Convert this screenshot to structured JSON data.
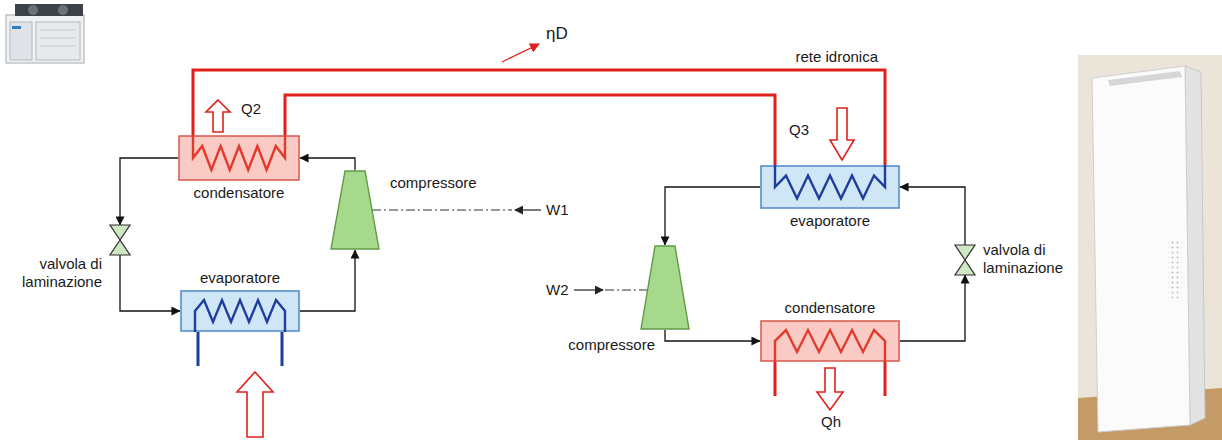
{
  "diagram": {
    "nodes": [
      {
        "text": [
          "condensatore"
        ]
      },
      {
        "text": [
          "compressore"
        ]
      },
      {
        "text": [
          "evaporatore"
        ]
      },
      {
        "text": [
          "valvola di laminazione"
        ]
      },
      {
        "text": [
          "evaporatore"
        ]
      },
      {
        "text": [
          "valvola di laminazione"
        ]
      },
      {
        "text": [
          "compressore"
        ]
      },
      {
        "text": [
          "condensatore"
        ]
      }
    ],
    "edges": [
      {
        "from": 1,
        "to": 0,
        "arrow": "to"
      },
      {
        "from": 0,
        "to": 3,
        "arrow": "to"
      },
      {
        "from": 3,
        "to": 2,
        "arrow": "to"
      },
      {
        "from": 2,
        "to": 1,
        "arrow": "to"
      },
      {
        "from": 5,
        "to": 4,
        "arrow": "to"
      },
      {
        "from": 4,
        "to": 6,
        "arrow": "to"
      },
      {
        "from": 6,
        "to": 7,
        "arrow": "to"
      },
      {
        "from": 7,
        "to": 5,
        "arrow": "to"
      },
      {
        "from": 0,
        "to": 4,
        "arrow": "none",
        "label": "rete idronica"
      },
      {
        "from": 0,
        "to": 4,
        "arrow": "none"
      }
    ],
    "labels": [
      "ηD",
      "Q2",
      "W1",
      "Q3",
      "W2",
      "Qh"
    ]
  }
}
